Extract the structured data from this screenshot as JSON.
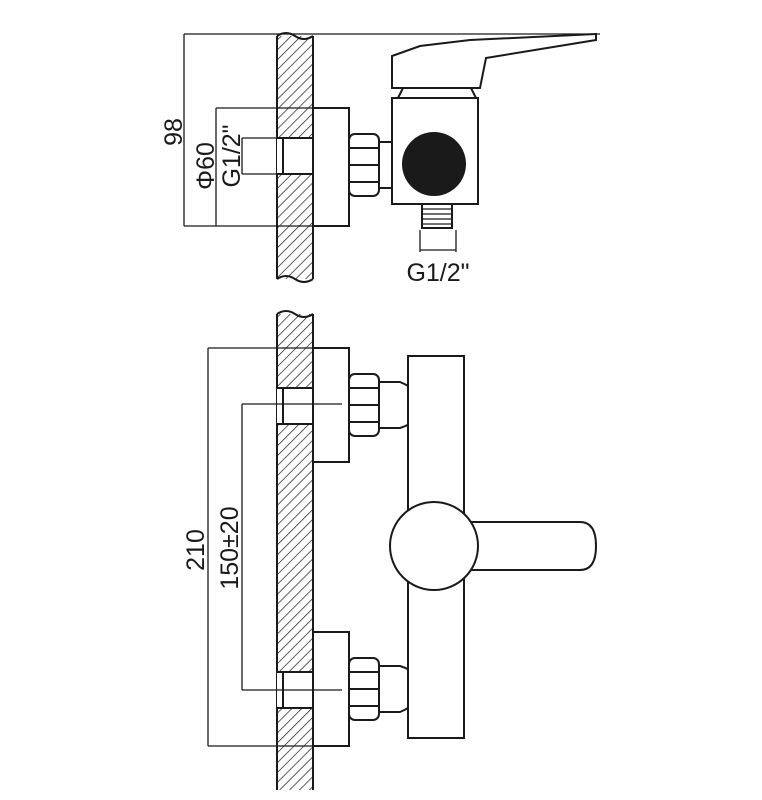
{
  "side_view": {
    "dim_height": "98",
    "dim_diameter": "Φ60",
    "dim_thread_inlet": "G1/2\"",
    "dim_thread_outlet": "G1/2\""
  },
  "front_view": {
    "dim_total_height": "210",
    "dim_center_distance": "150±20"
  },
  "colors": {
    "line": "#1a1a1a",
    "background": "#ffffff"
  }
}
